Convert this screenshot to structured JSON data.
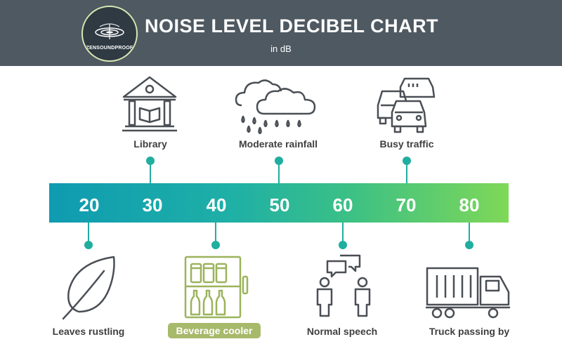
{
  "header": {
    "title": "NOISE LEVEL DECIBEL CHART",
    "subtitle": "in dB",
    "logo_text": "ZENSOUNDPROOF"
  },
  "scale": {
    "ticks": [
      "20",
      "30",
      "40",
      "50",
      "60",
      "70",
      "80"
    ]
  },
  "sources": {
    "top": [
      {
        "label": "Library",
        "icon": "library-icon"
      },
      {
        "label": "Moderate rainfall",
        "icon": "rain-cloud-icon"
      },
      {
        "label": "Busy traffic",
        "icon": "traffic-cars-icon"
      }
    ],
    "bottom": [
      {
        "label": "Leaves rustling",
        "icon": "leaf-icon"
      },
      {
        "label": "Beverage cooler",
        "icon": "beverage-cooler-icon"
      },
      {
        "label": "Normal speech",
        "icon": "speech-people-icon"
      },
      {
        "label": "Truck passing by",
        "icon": "truck-icon"
      }
    ]
  },
  "colors": {
    "header_bg": "#4f5962",
    "bar_start": "#0f9bb1",
    "bar_end": "#7fd857",
    "connector": "#1fae9f",
    "highlight_label_bg": "#a7b96b",
    "icon_stroke": "#4a4f55",
    "cooler_stroke": "#9cb35c"
  }
}
